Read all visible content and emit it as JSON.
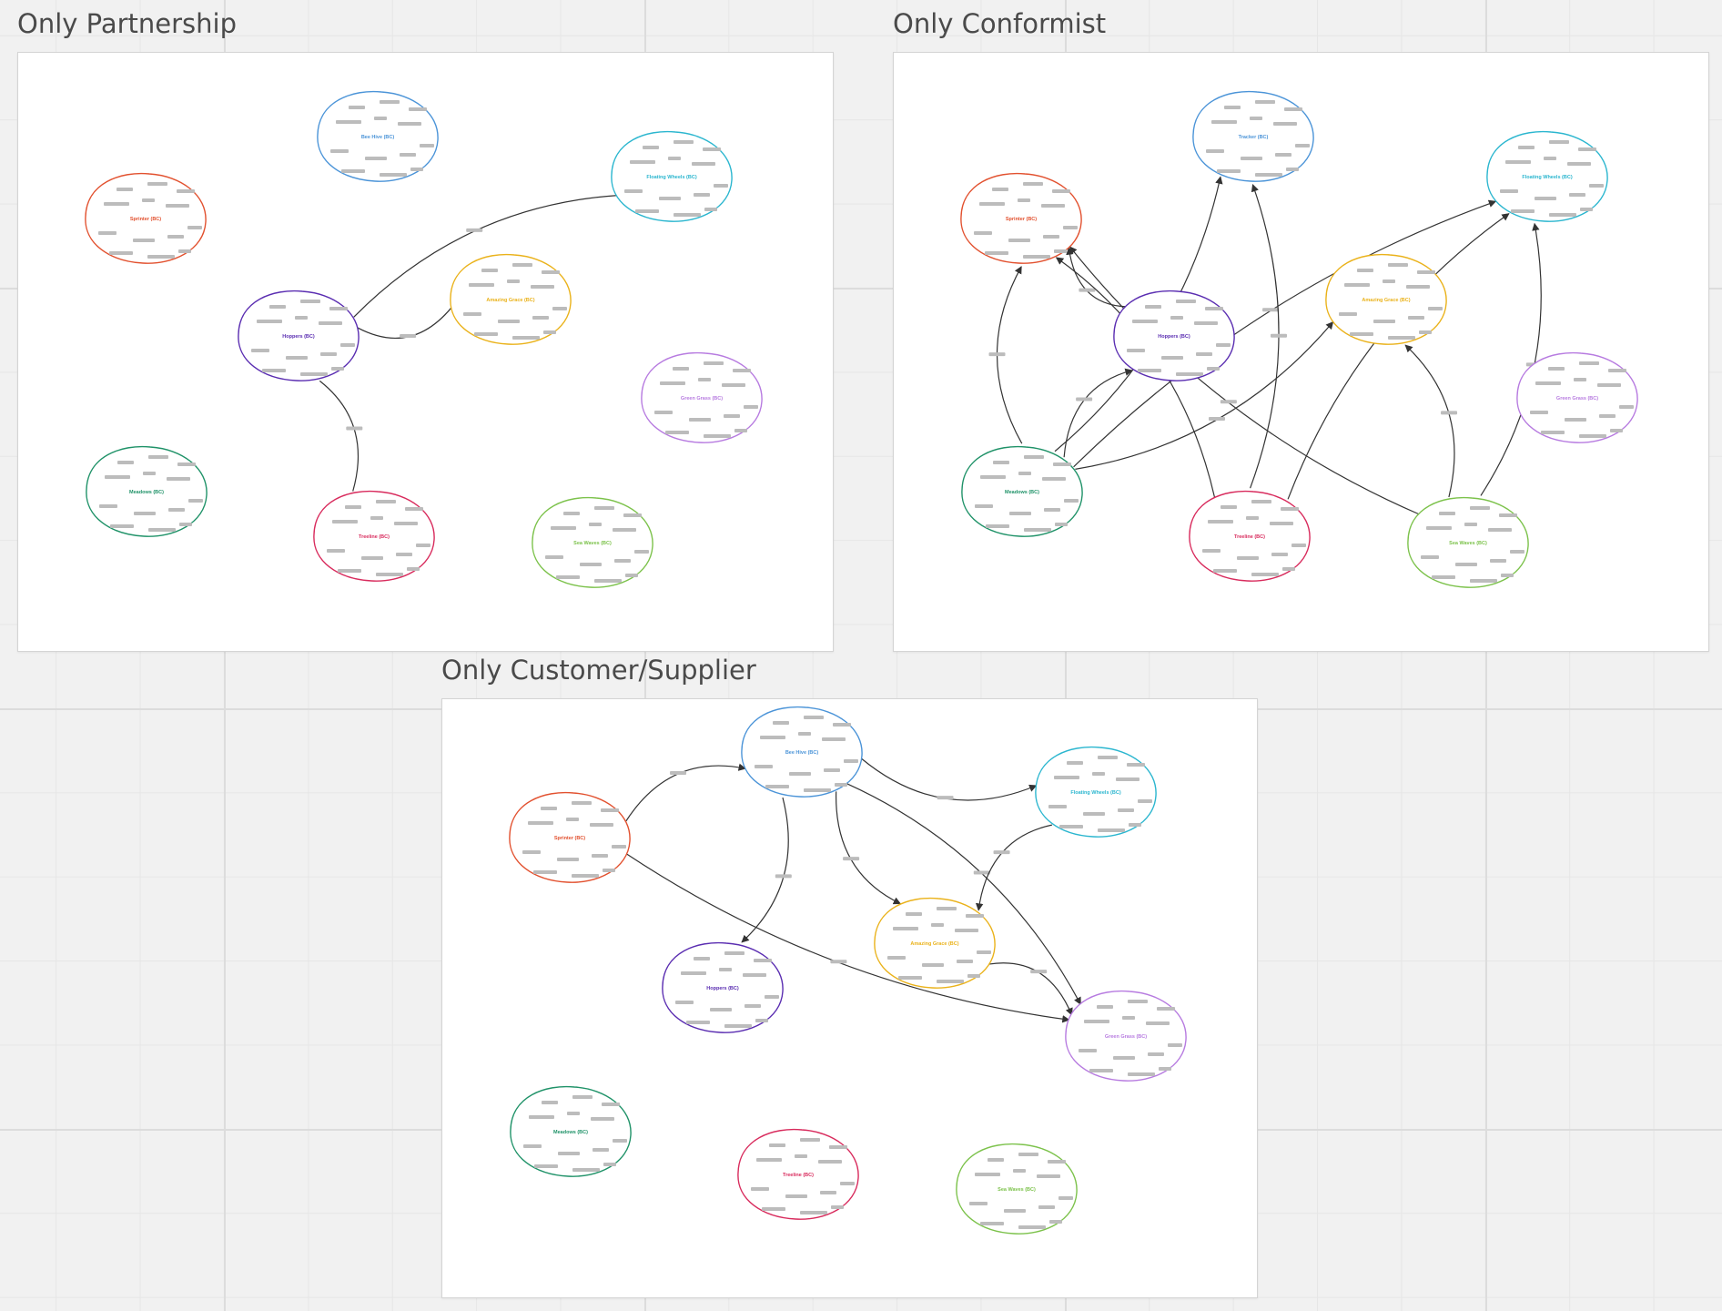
{
  "colors": {
    "sprinter": "#e2512f",
    "bee_hive": "#4b94d8",
    "floating_wheels": "#2bb6cf",
    "amazing_grace": "#eab21a",
    "hoppers": "#5a2db1",
    "green_grass": "#b77be0",
    "meadows": "#1f9268",
    "treeline": "#d82a5c",
    "sea_waves": "#7cc24b",
    "tracker": "#4b94d8",
    "note": "#bcbcbc",
    "edge": "#333333"
  },
  "frames": [
    {
      "title": "Only Partnership",
      "contexts": [
        {
          "key": "sprinter",
          "label": "Sprinter (BC)",
          "color": "sprinter"
        },
        {
          "key": "bee_hive",
          "label": "Bee Hive (BC)",
          "color": "bee_hive"
        },
        {
          "key": "floating_wheels",
          "label": "Floating Wheels (BC)",
          "color": "floating_wheels"
        },
        {
          "key": "amazing_grace",
          "label": "Amazing Grace (BC)",
          "color": "amazing_grace"
        },
        {
          "key": "hoppers",
          "label": "Hoppers (BC)",
          "color": "hoppers"
        },
        {
          "key": "green_grass",
          "label": "Green Grass (BC)",
          "color": "green_grass"
        },
        {
          "key": "meadows",
          "label": "Meadows (BC)",
          "color": "meadows"
        },
        {
          "key": "treeline",
          "label": "Treeline (BC)",
          "color": "treeline"
        },
        {
          "key": "sea_waves",
          "label": "Sea Waves (BC)",
          "color": "sea_waves"
        }
      ],
      "relations": [
        {
          "from": "hoppers",
          "to": "floating_wheels",
          "type": "partnership"
        },
        {
          "from": "hoppers",
          "to": "amazing_grace",
          "type": "partnership"
        },
        {
          "from": "hoppers",
          "to": "treeline",
          "type": "partnership"
        }
      ]
    },
    {
      "title": "Only Conformist",
      "contexts": [
        {
          "key": "sprinter",
          "label": "Sprinter (BC)",
          "color": "sprinter"
        },
        {
          "key": "tracker",
          "label": "Tracker (BC)",
          "color": "tracker"
        },
        {
          "key": "floating_wheels",
          "label": "Floating Wheels (BC)",
          "color": "floating_wheels"
        },
        {
          "key": "amazing_grace",
          "label": "Amazing Grace (BC)",
          "color": "amazing_grace"
        },
        {
          "key": "hoppers",
          "label": "Hoppers (BC)",
          "color": "hoppers"
        },
        {
          "key": "green_grass",
          "label": "Green Grass (BC)",
          "color": "green_grass"
        },
        {
          "key": "meadows",
          "label": "Meadows (BC)",
          "color": "meadows"
        },
        {
          "key": "treeline",
          "label": "Treeline (BC)",
          "color": "treeline"
        },
        {
          "key": "sea_waves",
          "label": "Sea Waves (BC)",
          "color": "sea_waves"
        }
      ],
      "relations": [
        {
          "from": "meadows",
          "to": "sprinter",
          "type": "conformist"
        },
        {
          "from": "meadows",
          "to": "tracker",
          "type": "conformist"
        },
        {
          "from": "hoppers",
          "to": "sprinter",
          "type": "conformist"
        },
        {
          "from": "treeline",
          "to": "sprinter",
          "type": "conformist"
        },
        {
          "from": "meadows",
          "to": "hoppers",
          "type": "conformist"
        },
        {
          "from": "meadows",
          "to": "amazing_grace",
          "type": "conformist"
        },
        {
          "from": "meadows",
          "to": "floating_wheels",
          "type": "conformist"
        },
        {
          "from": "treeline",
          "to": "tracker",
          "type": "conformist"
        },
        {
          "from": "sea_waves",
          "to": "sprinter",
          "type": "conformist"
        },
        {
          "from": "sea_waves",
          "to": "amazing_grace",
          "type": "conformist"
        },
        {
          "from": "treeline",
          "to": "floating_wheels",
          "type": "conformist"
        },
        {
          "from": "sea_waves",
          "to": "floating_wheels",
          "type": "conformist"
        }
      ]
    },
    {
      "title": "Only Customer/Supplier",
      "contexts": [
        {
          "key": "sprinter",
          "label": "Sprinter (BC)",
          "color": "sprinter"
        },
        {
          "key": "bee_hive",
          "label": "Bee Hive (BC)",
          "color": "bee_hive"
        },
        {
          "key": "floating_wheels",
          "label": "Floating Wheels (BC)",
          "color": "floating_wheels"
        },
        {
          "key": "amazing_grace",
          "label": "Amazing Grace (BC)",
          "color": "amazing_grace"
        },
        {
          "key": "hoppers",
          "label": "Hoppers (BC)",
          "color": "hoppers"
        },
        {
          "key": "green_grass",
          "label": "Green Grass (BC)",
          "color": "green_grass"
        },
        {
          "key": "meadows",
          "label": "Meadows (BC)",
          "color": "meadows"
        },
        {
          "key": "treeline",
          "label": "Treeline (BC)",
          "color": "treeline"
        },
        {
          "key": "sea_waves",
          "label": "Sea Waves (BC)",
          "color": "sea_waves"
        }
      ],
      "relations": [
        {
          "from": "sprinter",
          "to": "bee_hive",
          "type": "customer-supplier"
        },
        {
          "from": "bee_hive",
          "to": "floating_wheels",
          "type": "customer-supplier"
        },
        {
          "from": "bee_hive",
          "to": "hoppers",
          "type": "customer-supplier"
        },
        {
          "from": "bee_hive",
          "to": "amazing_grace",
          "type": "customer-supplier"
        },
        {
          "from": "bee_hive",
          "to": "green_grass",
          "type": "customer-supplier"
        },
        {
          "from": "sprinter",
          "to": "green_grass",
          "type": "customer-supplier"
        },
        {
          "from": "amazing_grace",
          "to": "green_grass",
          "type": "customer-supplier"
        },
        {
          "from": "floating_wheels",
          "to": "amazing_grace",
          "type": "customer-supplier"
        }
      ]
    }
  ]
}
